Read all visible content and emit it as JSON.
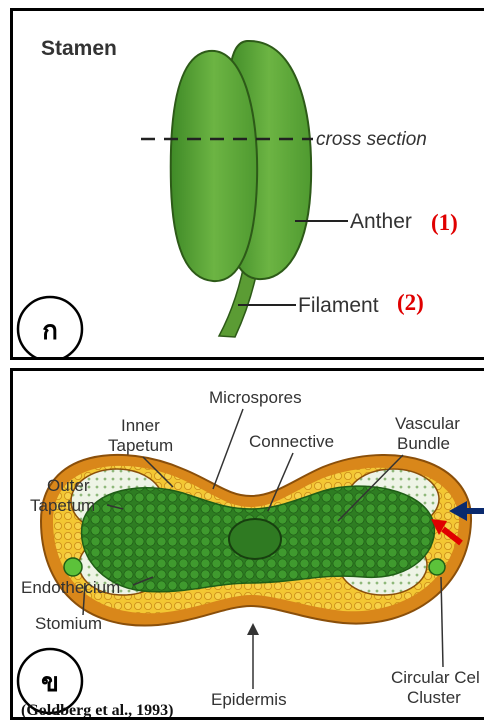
{
  "panel_a": {
    "title": "Stamen",
    "cross_section": "cross section",
    "anther": "Anther",
    "anther_num": "(1)",
    "filament": "Filament",
    "filament_num": "(2)",
    "panel_label": "ก"
  },
  "panel_b": {
    "microspores": "Microspores",
    "inner_tapetum_1": "Inner",
    "inner_tapetum_2": "Tapetum",
    "connective": "Connective",
    "vascular_1": "Vascular",
    "vascular_2": "Bundle",
    "outer_tapetum_1": "Outer",
    "outer_tapetum_2": "Tapetum",
    "endothecium": "Endothecium",
    "stomium": "Stomium",
    "epidermis": "Epidermis",
    "circular_1": "Circular Cel",
    "circular_2": "Cluster",
    "citation": "(Goldberg et al., 1993)",
    "panel_label": "ข"
  },
  "colors": {
    "anther_green": "#5fa33a",
    "tissue_yellow": "#f2c230",
    "tissue_orange": "#d98a1a",
    "cell_green": "#3c8a2a",
    "arrow_red": "#e00000",
    "arrow_blue": "#0a2a6e"
  }
}
